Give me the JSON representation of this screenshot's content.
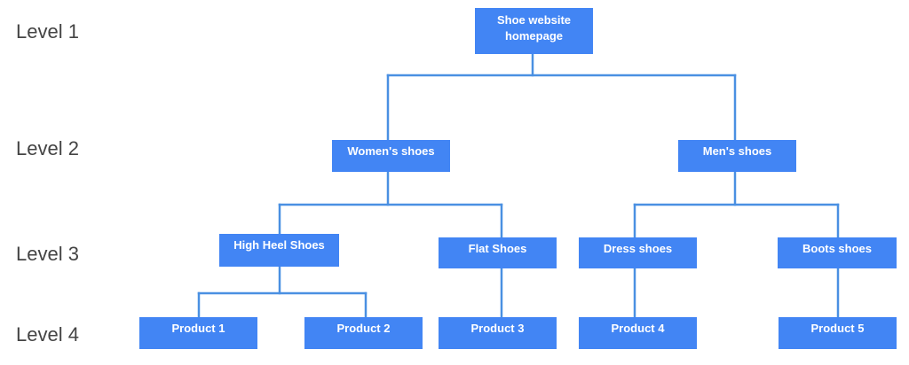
{
  "colors": {
    "node_fill": "#4285f4",
    "node_text": "#ffffff",
    "connector": "#4a90e2",
    "level_text": "#444444"
  },
  "levels": [
    "Level 1",
    "Level 2",
    "Level 3",
    "Level 4"
  ],
  "nodes": {
    "root": {
      "line1": "Shoe website",
      "line2": "homepage"
    },
    "womens": "Women's shoes",
    "mens": "Men's shoes",
    "high_heel": "High Heel Shoes",
    "flat": "Flat Shoes",
    "dress": "Dress shoes",
    "boots": "Boots shoes",
    "product1": "Product 1",
    "product2": "Product 2",
    "product3": "Product 3",
    "product4": "Product 4",
    "product5": "Product 5"
  }
}
